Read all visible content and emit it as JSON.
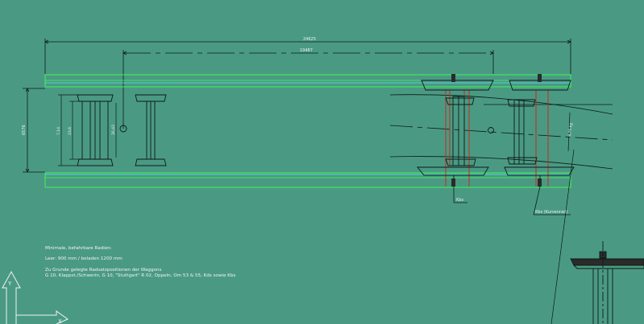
{
  "dimensions": {
    "overall_length": "24625",
    "axle_distance": "19487",
    "track_width": "6576",
    "wheelset_a": "7,14",
    "wheelset_b": "23,6",
    "wheelset_c": "30,43",
    "bogie_span": "8,75 kg"
  },
  "labels": {
    "kbs_label": "Kbs",
    "kbs_curve_label": "Kbs (Kurvenrad)",
    "axis_y": "Y",
    "axis_x": "X"
  },
  "notes": {
    "heading": "Minimale, befahrbare Radien:",
    "radii": "Leer: 900 mm  /  beladen 1200 mm",
    "basis_line1": "Zu Grunde gelegte Radsatzpositionen der Waggons",
    "basis_line2": "G 10, Klappst./Schwerin, G 10, \"Stuttgart\" R 02, Oppeln, Om 53 & 55, Kds sowie Kbs"
  },
  "colors": {
    "background": "#4a9a83",
    "rail_green": "#3cff50",
    "rail_cyan": "#60e0ff",
    "wagon_red": "#c8281e",
    "line_dark": "#0d1a16",
    "text_light": "#f2f2f2"
  }
}
